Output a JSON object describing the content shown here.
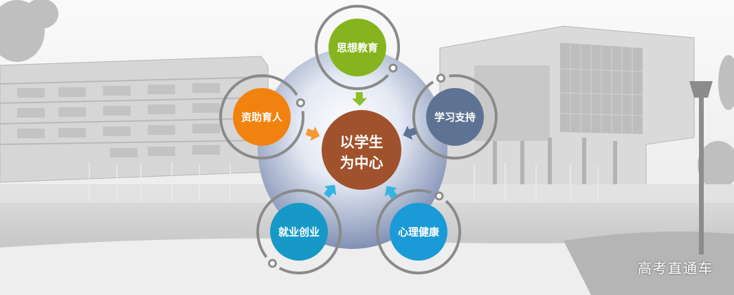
{
  "center": {
    "line1": "以学生",
    "line2": "为中心",
    "color": "#a0522d"
  },
  "nodes": [
    {
      "label": "思想教育",
      "color": "#86b41e",
      "arrow_color": "#8fbf26"
    },
    {
      "label": "学习支持",
      "color": "#5e7393",
      "arrow_color": "#5e7393"
    },
    {
      "label": "心理健康",
      "color": "#1a9ad6",
      "arrow_color": "#36b4df"
    },
    {
      "label": "就业创业",
      "color": "#1799c7",
      "arrow_color": "#36b4df"
    },
    {
      "label": "资助育人",
      "color": "#f1820f",
      "arrow_color": "#f39a33"
    }
  ],
  "watermark": "高考直通车"
}
